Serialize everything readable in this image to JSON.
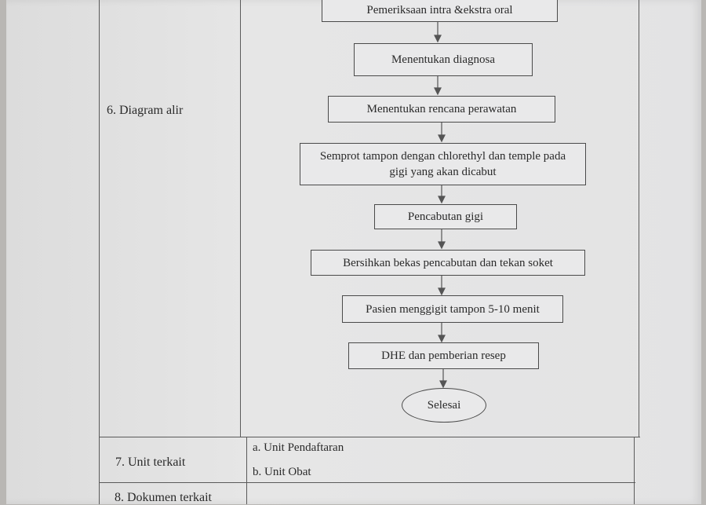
{
  "rows": {
    "diagram": {
      "label": "6. Diagram alir"
    },
    "unit": {
      "label": "7. Unit terkait",
      "items": [
        "a.  Unit Pendaftaran",
        "b.  Unit Obat"
      ]
    },
    "dokumen": {
      "label": "8. Dokumen  terkait"
    }
  },
  "flow": {
    "steps": [
      "Pemeriksaan intra &ekstra oral",
      "Menentukan diagnosa",
      "Menentukan rencana perawatan",
      "Semprot tampon dengan  chlorethyl dan temple pada gigi yang akan dicabut",
      "Pencabutan gigi",
      "Bersihkan bekas pencabutan dan tekan soket",
      "Pasien menggigit tampon 5-10 menit",
      "DHE dan pemberian resep"
    ],
    "end": "Selesai"
  }
}
